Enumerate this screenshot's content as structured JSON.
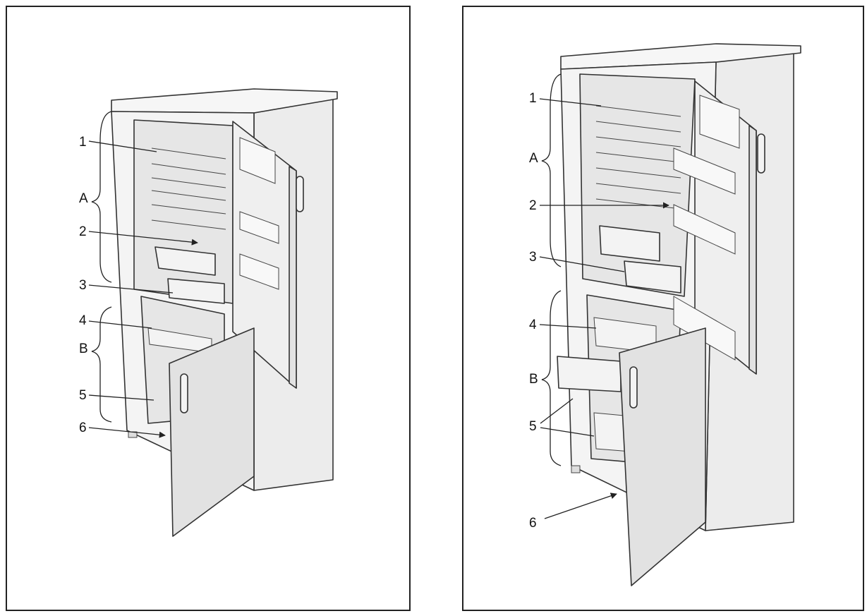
{
  "figure": {
    "left_panel": {
      "labels": {
        "n1": "1",
        "n2": "2",
        "n3": "3",
        "n4": "4",
        "n5": "5",
        "n6": "6",
        "zone_a": "A",
        "zone_b": "B"
      }
    },
    "right_panel": {
      "labels": {
        "n1": "1",
        "n2": "2",
        "n3": "3",
        "n4": "4",
        "n5": "5",
        "n6": "6",
        "zone_a": "A",
        "zone_b": "B"
      }
    }
  },
  "colors": {
    "line": "#222222",
    "panel_fill": "#e2e2e2",
    "side_fill": "#ececec",
    "inner_fill": "#ececec"
  }
}
